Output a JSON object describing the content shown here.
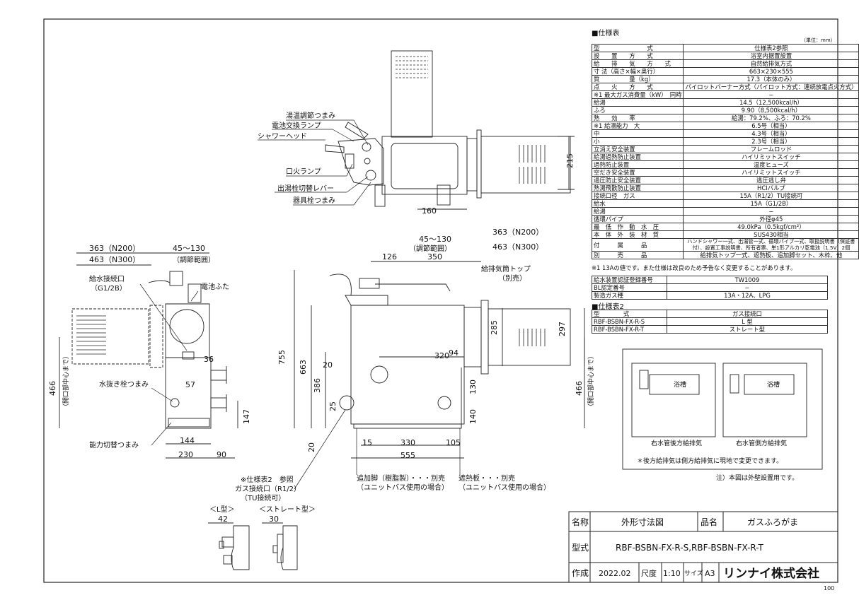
{
  "spec_table": {
    "title": "■仕様表",
    "unit": "（単位：mm）",
    "rows": [
      [
        "型　　　　　　　　式",
        "仕様表2参照"
      ],
      [
        "設　　置　　方　　式",
        "浴室内据置設置"
      ],
      [
        "給　　排　　気　　方　　式",
        "自然給排気方式"
      ],
      [
        "寸 法（高さ×幅×奥行）",
        "663×230×555"
      ],
      [
        "質　　　　　量（kg）",
        "17.3（本体のみ）"
      ],
      [
        "点　　火　　方　　式",
        "パイロットバーナー方式（パイロット方式：連続放電点火方式）"
      ],
      [
        "※1 最大ガス消費量（kW）　同時",
        "−"
      ],
      [
        "給湯",
        "14.5（12,500kcal/h）"
      ],
      [
        "ふろ",
        "9.90（8,500kcal/h）"
      ],
      [
        "熱　　効　　率",
        "給湯：79.2%、ふろ：70.2%"
      ],
      [
        "※1 給湯能力　大",
        "6.5号（相当）"
      ],
      [
        "中",
        "4.3号（相当）"
      ],
      [
        "小",
        "2.3号（相当）"
      ],
      [
        "立消え安全装置",
        "フレームロッド"
      ],
      [
        "給湯過熱防止装置",
        "ハイリミットスイッチ"
      ],
      [
        "過熱防止装置",
        "温度ヒューズ"
      ],
      [
        "空だき安全装置",
        "ハイリミットスイッチ"
      ],
      [
        "過圧防止安全装置",
        "逃圧逃し弁"
      ],
      [
        "熱湯飛散防止装置",
        "HCIバルブ"
      ],
      [
        "接続口径　ガス",
        "15A（R1/2）TU接続可"
      ],
      [
        "給水",
        "15A（G1/2B）"
      ],
      [
        "給湯",
        "−"
      ],
      [
        "循環パイプ",
        "外径φ45"
      ],
      [
        "最　低　作　動　水　圧",
        "49.0kPa（0.5kgf/cm²）"
      ],
      [
        "本　体　外　装　材　質",
        "SUS430相当"
      ],
      [
        "付　　　属　　　品",
        "ハンドシャワー一式、出湯管一式、循環パイプ一式、取扱説明書（保証書付）、設置工事説明書、所有者票、単1形アルカリ乾電池（1.5V）2個"
      ],
      [
        "別　　　売　　　品",
        "給排気トップ一式、遮熱板、追加脚セット、木枠、他"
      ]
    ],
    "note": "※1 13Aの値です。また仕様は改良のため予告なく変更することがあります。"
  },
  "cert_table": [
    [
      "給水装置認証登録番号",
      "TW1009"
    ],
    [
      "BL認定番号",
      "−"
    ],
    [
      "製造ガス種",
      "13A・12A、LPG"
    ]
  ],
  "spec_table2": {
    "title": "■仕様表2",
    "header": [
      "型　　　　式",
      "ガス接続口"
    ],
    "rows": [
      [
        "RBF-BSBN-FX-R-S",
        "L 型"
      ],
      [
        "RBF-BSBN-FX-R-T",
        "ストレート型"
      ]
    ]
  },
  "labels": {
    "top_view": [
      "湯温調節つまみ",
      "電池交換ランプ",
      "シャワーヘッド",
      "口火ランプ",
      "出湯栓切替レバー",
      "器具栓つまみ"
    ],
    "left_view": [
      "給水接続口",
      "（G1/2B）",
      "電池ふた",
      "水抜き栓つまみ",
      "能力切替つまみ",
      "（調節範囲）"
    ],
    "right_view": [
      "給排気筒トップ",
      "（別売）",
      "（調節範囲）"
    ],
    "bottom_notes": [
      "※仕様表2　参照",
      "ガス接続口（R1/2）",
      "（TU接続可）",
      "追加脚（樹脂製）・・・別売",
      "（ユニットバス使用の場合）",
      "遮熱板・・・別売",
      "（ユニットバス使用の場合）"
    ],
    "open_center": "（開口部中心まで）",
    "types": [
      "＜L型＞",
      "＜ストレート型＞"
    ],
    "install_caption_1": "右水管後方給排気",
    "install_caption_2": "右水管側方給排気",
    "install_note": "＊後方給排気は側方給排気に現地で変更できます。",
    "wall_note": "注）本図は外壁設置用です。",
    "bath": "浴槽"
  },
  "dims": {
    "d363_200": "363（N200）",
    "d463_300": "463（N300）",
    "d45_130": "45〜130",
    "d215": "215",
    "d160": "160",
    "d126": "126",
    "d350": "350",
    "d755": "755",
    "d663": "663",
    "d386": "386",
    "d25": "25",
    "d20": "20",
    "d320": "320",
    "d94": "94",
    "d285": "285",
    "d297": "297",
    "d130": "130",
    "d140": "140",
    "d15": "15",
    "d330": "330",
    "d105": "105",
    "d555": "555",
    "d466": "466",
    "d36": "36",
    "d57": "57",
    "d147": "147",
    "d144": "144",
    "d230": "230",
    "d90": "90",
    "d42": "42",
    "d30": "30",
    "d20b": "20"
  },
  "title_block": {
    "name_label": "名称",
    "name_value": "外形寸法図",
    "product_label": "品名",
    "product_value": "ガスふろがま",
    "model_label": "型式",
    "model_value": "RBF-BSBN-FX-R-S,RBF-BSBN-FX-R-T",
    "made_label": "作成",
    "made_value": "2022.02",
    "scale_label": "尺度",
    "scale_value": "1:10",
    "size_label": "サイズ",
    "size_value": "A3",
    "company": "リンナイ株式会社",
    "page_code": "100"
  }
}
